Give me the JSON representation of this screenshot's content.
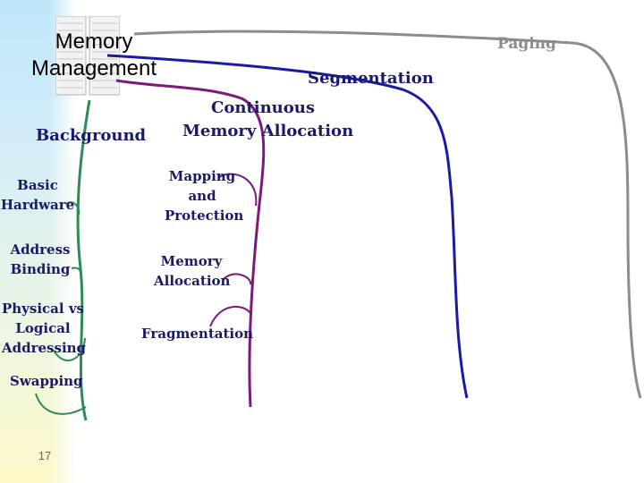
{
  "slide": {
    "title_line1": "Memory",
    "title_line2": "Management",
    "page_number": "17"
  },
  "branches": {
    "paging": "Paging",
    "segmentation": "Segmentation",
    "continuous_line1": "Continuous",
    "continuous_line2": "Memory Allocation",
    "background": "Background"
  },
  "background_topics": {
    "basic_hardware_line1": "Basic",
    "basic_hardware_line2": "Hardware",
    "address_binding_line1": "Address",
    "address_binding_line2": "Binding",
    "physical_line1": "Physical vs",
    "physical_line2": "Logical",
    "physical_line3": "Addressing",
    "swapping": "Swapping"
  },
  "continuous_topics": {
    "mapping_line1": "Mapping",
    "mapping_line2": "and",
    "mapping_line3": "Protection",
    "memory_allocation_line1": "Memory",
    "memory_allocation_line2": "Allocation",
    "fragmentation": "Fragmentation"
  },
  "colors": {
    "paging_line": "#8c8c8c",
    "segmentation_line": "#1a1aa6",
    "continuous_line": "#7a1a7a",
    "background_line": "#2e8b57",
    "label_text": "#1a1a66",
    "paging_text": "#8c8c8c"
  }
}
